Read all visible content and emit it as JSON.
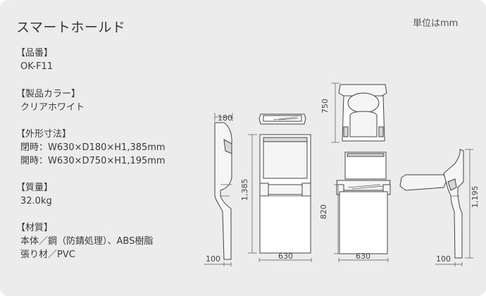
{
  "title": "スマートホールド",
  "unit_note": "単位はmm",
  "specs": [
    {
      "heading": "【品番】",
      "lines": [
        "OK-F11"
      ]
    },
    {
      "heading": "【製品カラー】",
      "lines": [
        "クリアホワイト"
      ]
    },
    {
      "heading": "【外形寸法】",
      "lines": [
        "閉時：W630×D180×H1,385mm",
        "開時：W630×D750×H1,195mm"
      ]
    },
    {
      "heading": "【質量】",
      "lines": [
        "32.0kg"
      ]
    },
    {
      "heading": "【材質】",
      "lines": [
        "本体／鋼（防錆処理）、ABS樹脂",
        "張り材／PVC"
      ]
    }
  ],
  "dimensions": {
    "closed_side_depth": "180",
    "closed_height": "1,385",
    "closed_side_base": "100",
    "closed_front_width": "630",
    "open_depth": "750",
    "open_top_height": "820",
    "open_front_width": "630",
    "open_height": "1,195",
    "open_side_base": "100"
  }
}
